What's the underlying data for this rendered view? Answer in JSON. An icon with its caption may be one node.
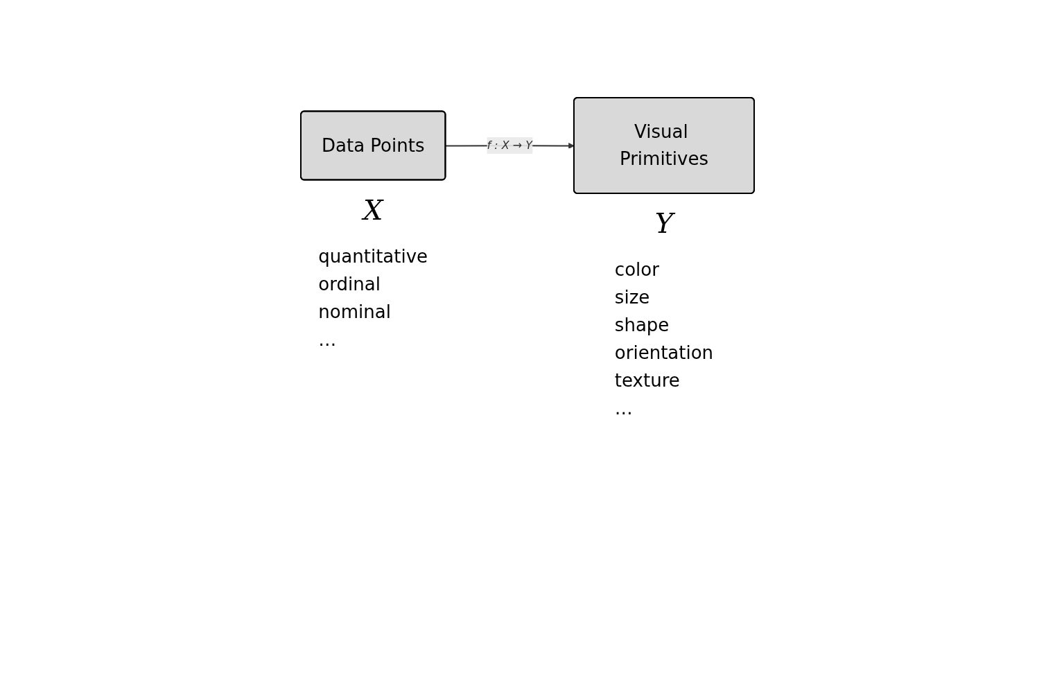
{
  "diagram": {
    "nodes": [
      {
        "text": [
          "Data Points"
        ],
        "beside": [
          "X",
          "quantitative",
          "ordinal",
          "nominal",
          "…"
        ]
      },
      {
        "text": [
          "Visual Primitives"
        ],
        "beside": [
          "Y",
          "color",
          "size",
          "shape",
          "orientation",
          "texture",
          "…"
        ]
      }
    ],
    "edges": [
      {
        "from": 0,
        "to": 1,
        "arrow": "to",
        "label": "f : X → Y"
      }
    ]
  }
}
